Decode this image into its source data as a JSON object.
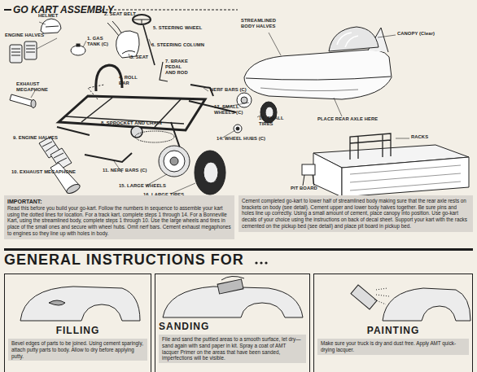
{
  "diagram": {
    "title": "GO KART ASSEMBLY",
    "nodes": [
      {
        "text": [
          "IMPORTANT:",
          "Read this before you build your go-kart. Follow the numbers in sequence to assemble your kart using the dotted lines for location. For a track kart, complete steps 1 through 14. For a Bonneville Kart, using the streamlined body, complete steps 1 through 10. Use the large wheels and tires in place of the small ones and secure with wheel hubs. Omit nerf bars. Cement exhaust megaphones to engines so they line up with holes in body."
        ]
      },
      {
        "text": [
          "Cement completed go-kart to lower half of streamlined body making sure that the rear axle rests on brackets on body (see detail). Cement upper and lower body halves together. Be sure pins and holes line up correctly. Using a small amount of cement, place canopy into position. Use go-kart decals of your choice using the instructions on back of decal sheet. Support your kart with the racks cemented on the pickup bed (see detail) and place pit board in pickup bed."
        ]
      },
      {
        "text": [
          "FILLING",
          "Bevel edges of parts to be joined. Using cement sparingly, attach putty parts to body. Allow to dry before applying putty."
        ]
      },
      {
        "text": [
          "SANDING",
          "File and sand the puttied areas to a smooth surface, let dry—sand again with sand paper in kit. Spray a coat of AMT lacquer Primer on the areas that have been sanded, imperfections will be visible."
        ]
      },
      {
        "text": [
          "PAINTING",
          "Make sure your truck is dry and dust free. Apply AMT quick-drying lacquer."
        ]
      }
    ],
    "labels": [
      "HELMET",
      "2. SEAT BELT",
      "5. STEERING WHEEL",
      "ENGINE HALVES",
      "1. GAS TANK (C)",
      "6. STEERING COLUMN",
      "3. SEAT",
      "7. BRAKE PEDAL AND ROD",
      "4. ROLL BAR",
      "EXHAUST MEGAPHONE",
      "NERF BARS (C)",
      "12. SMALL WHEELS (C)",
      "13. SMALL TIRES",
      "8. SPROCKET AND CHAIN",
      "9. ENGINE HALVES",
      "14. WHEEL HUBS (C)",
      "10. EXHAUST MEGAPHONE",
      "11. NERF BARS (C)",
      "15. LARGE WHEELS",
      "16. LARGE TIRES",
      "STREAMLINED BODY HALVES",
      "CANOPY (Clear)",
      "PLACE REAR AXLE HERE",
      "RACKS",
      "PIT BOARD",
      "GENERAL INSTRUCTIONS FOR"
    ]
  }
}
